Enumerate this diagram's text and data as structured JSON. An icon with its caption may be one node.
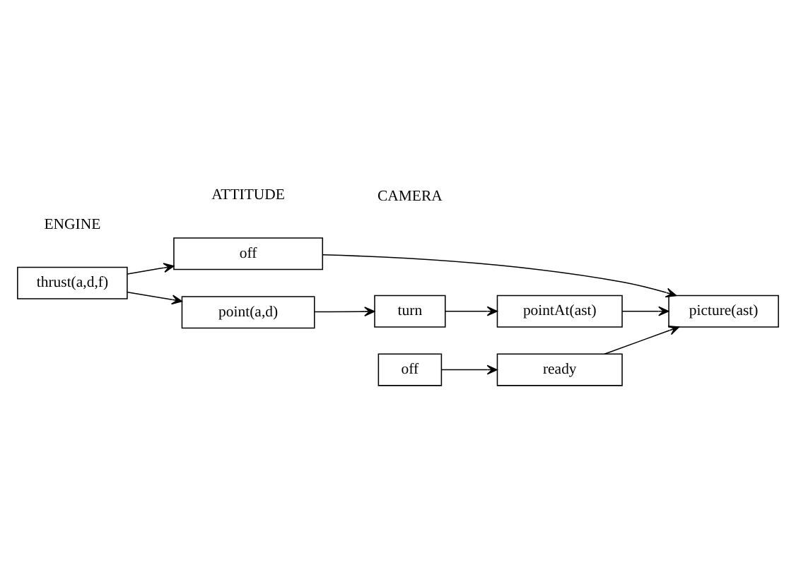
{
  "diagram": {
    "nodes": [
      {
        "text": [
          "thrust(a,d,f)"
        ]
      },
      {
        "text": [
          "off"
        ]
      },
      {
        "text": [
          "off"
        ]
      },
      {
        "text": [
          "ready"
        ]
      },
      {
        "text": [
          "picture(ast)"
        ]
      },
      {
        "text": [
          "point(a,d)"
        ]
      },
      {
        "text": [
          "turn"
        ]
      },
      {
        "text": [
          "pointAt(ast)"
        ]
      }
    ],
    "edges": [
      {
        "from": 0,
        "to": 1,
        "arrow": "to"
      },
      {
        "from": 1,
        "to": 4,
        "arrow": "to"
      },
      {
        "from": 0,
        "to": 5,
        "arrow": "to"
      },
      {
        "from": 2,
        "to": 3,
        "arrow": "to"
      },
      {
        "from": 3,
        "to": 4,
        "arrow": "to"
      },
      {
        "from": 5,
        "to": 6,
        "arrow": "to"
      },
      {
        "from": 6,
        "to": 7,
        "arrow": "to"
      },
      {
        "from": 7,
        "to": 4,
        "arrow": "to"
      }
    ],
    "labels": [
      "ENGINE",
      "CAMERA",
      "ATTITUDE"
    ]
  }
}
